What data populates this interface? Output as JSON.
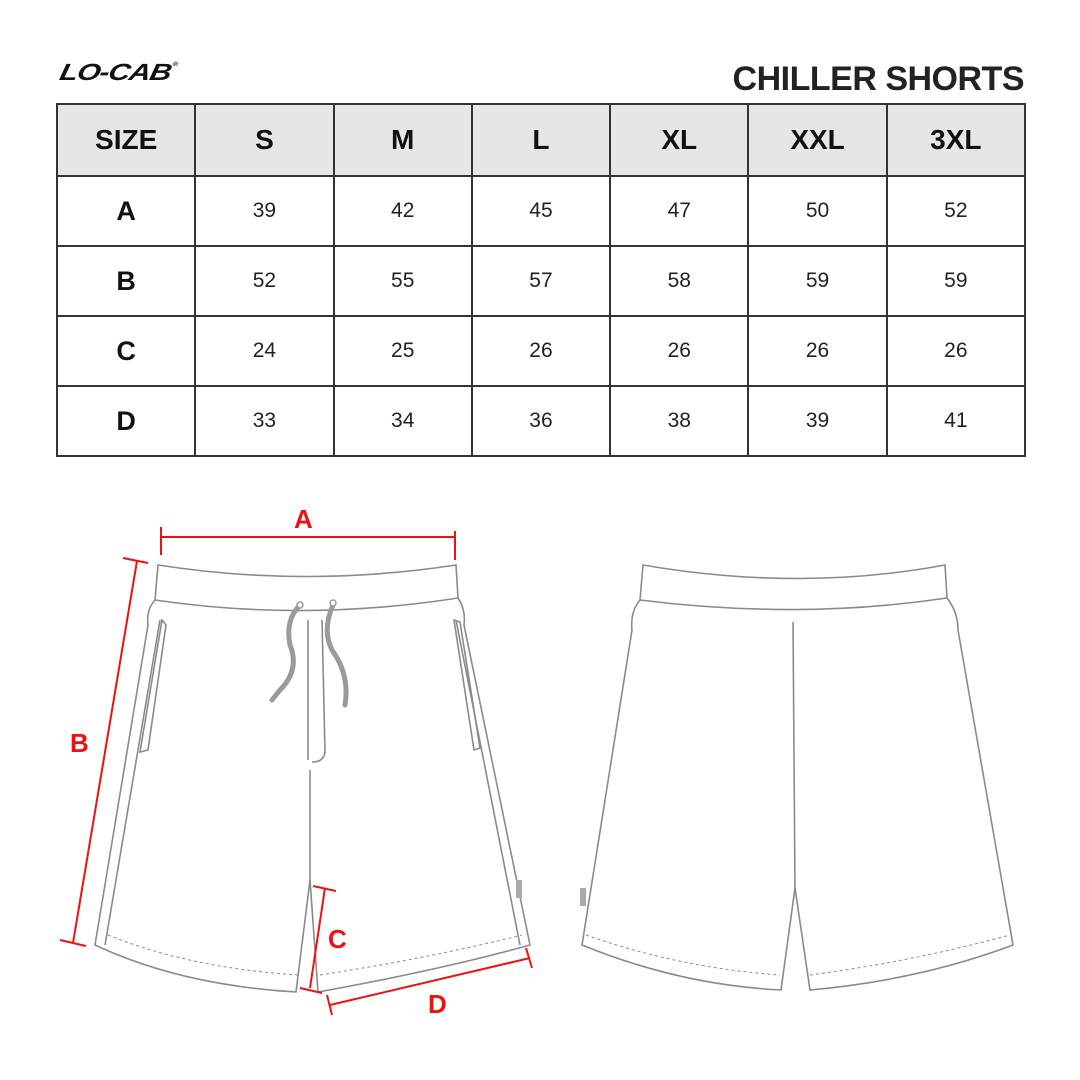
{
  "brand": {
    "logo_text": "LO-CAB",
    "registered_mark": "®"
  },
  "title": "CHILLER SHORTS",
  "table": {
    "header": [
      "SIZE",
      "S",
      "M",
      "L",
      "XL",
      "XXL",
      "3XL"
    ],
    "rows": [
      {
        "label": "A",
        "values": [
          "39",
          "42",
          "45",
          "47",
          "50",
          "52"
        ]
      },
      {
        "label": "B",
        "values": [
          "52",
          "55",
          "57",
          "58",
          "59",
          "59"
        ]
      },
      {
        "label": "C",
        "values": [
          "24",
          "25",
          "26",
          "26",
          "26",
          "26"
        ]
      },
      {
        "label": "D",
        "values": [
          "33",
          "34",
          "36",
          "38",
          "39",
          "41"
        ]
      }
    ]
  },
  "diagram": {
    "measure_labels": {
      "a": "A",
      "b": "B",
      "c": "C",
      "d": "D"
    },
    "measure_color": "#ee1111",
    "outline_color": "#8a8a8a",
    "drawstring_color": "#9a9a9a"
  }
}
